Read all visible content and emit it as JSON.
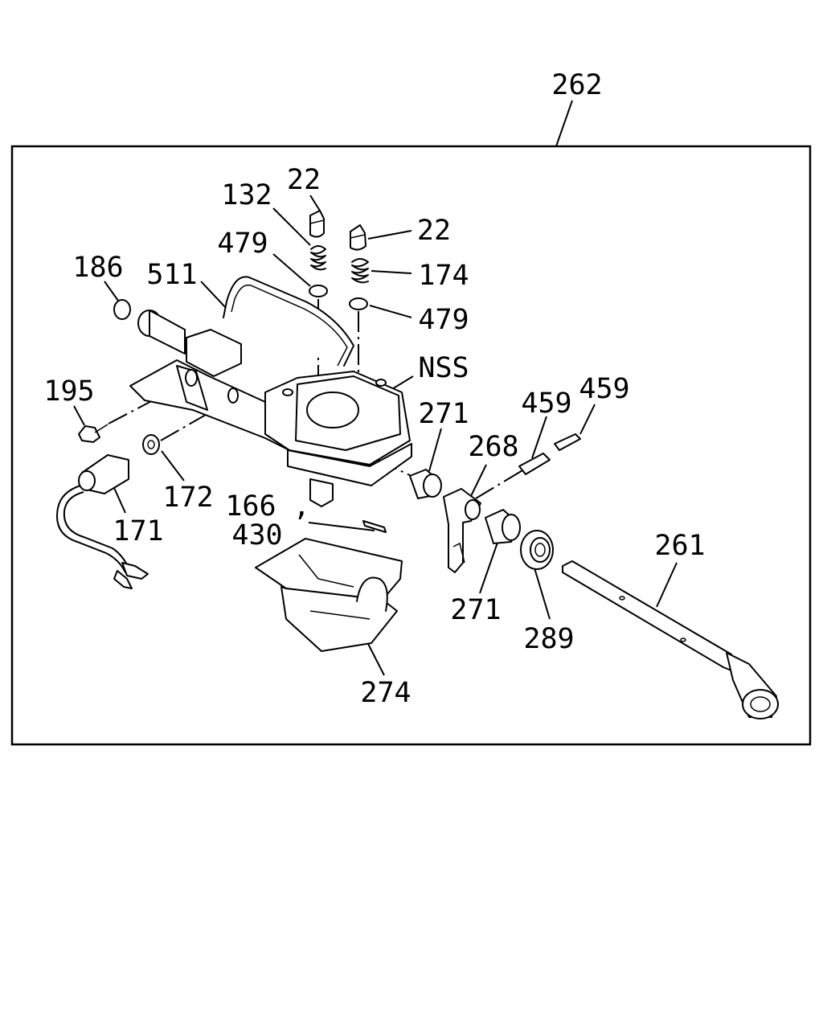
{
  "callouts": {
    "assembly": "262",
    "cap_left": "22",
    "cap_right": "22",
    "spring_left": "132",
    "spring_right": "174",
    "oring_left": "479",
    "oring_right": "479",
    "plug": "186",
    "hose": "511",
    "bolt": "195",
    "washer": "172",
    "switch": "171",
    "nss": "NSS",
    "pin_a": "166 ,",
    "pin_b": "430",
    "bushing_upper": "271",
    "bushing_lower": "271",
    "lever": "268",
    "roll_pin_long": "459",
    "roll_pin_short": "459",
    "bearing": "289",
    "shaft": "261",
    "cover": "274"
  }
}
